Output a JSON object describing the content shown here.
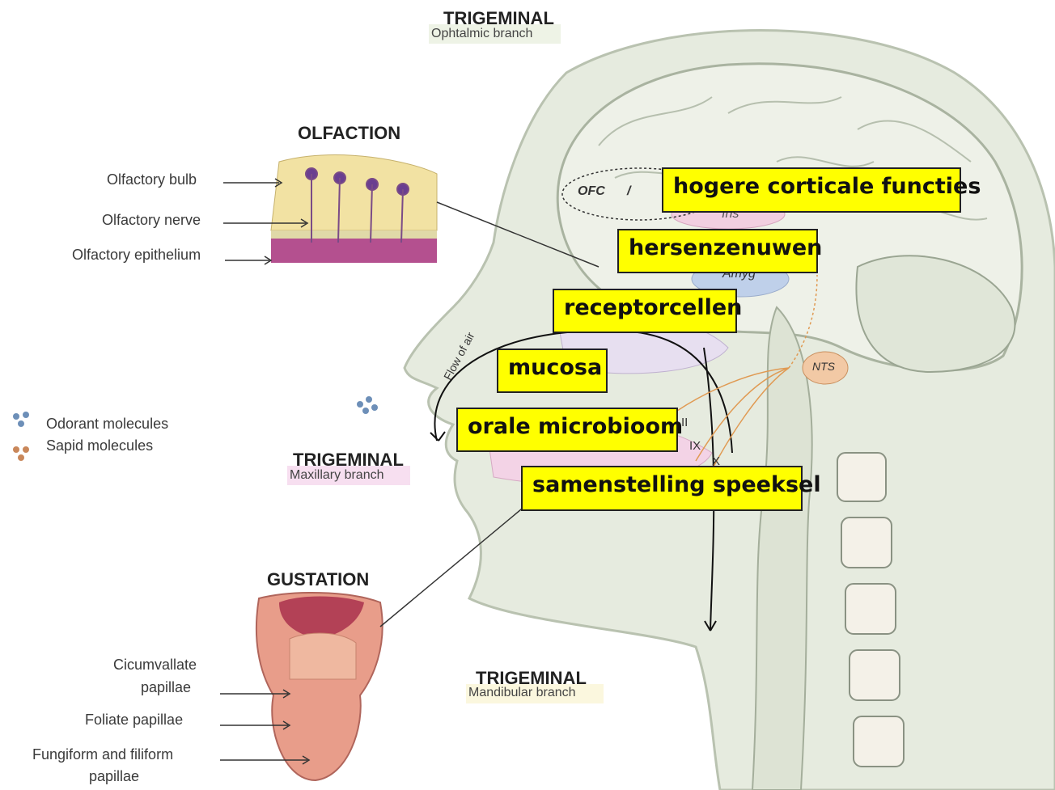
{
  "trigeminal": {
    "ophtalmic": {
      "title": "TRIGEMINAL",
      "branch": "Ophtalmic branch"
    },
    "maxillary": {
      "title": "TRIGEMINAL",
      "branch": "Maxillary branch"
    },
    "mandibular": {
      "title": "TRIGEMINAL",
      "branch": "Mandibular branch"
    }
  },
  "olfaction": {
    "title": "OLFACTION",
    "labels": [
      "Olfactory bulb",
      "Olfactory nerve",
      "Olfactory epithelium"
    ]
  },
  "gustation": {
    "title": "GUSTATION",
    "labels": {
      "circumvallate_1": "Cicumvallate",
      "circumvallate_2": "papillae",
      "foliate": "Foliate papillae",
      "fungiform_1": "Fungiform and filiform",
      "fungiform_2": "papillae"
    }
  },
  "legend": {
    "odorant": "Odorant molecules",
    "sapid": "Sapid molecules",
    "odorant_color": "#6d8fb8",
    "sapid_color": "#c9875a"
  },
  "brain_labels": {
    "ofc": "OFC",
    "slash": "/",
    "ins": "Ins",
    "amyg": "Amyg",
    "nts": "NTS",
    "flow_of_air": "Flow of air",
    "nerve_vii": "II",
    "nerve_ix": "IX",
    "nerve_x": "X"
  },
  "highlights": [
    {
      "text": "hogere corticale functies"
    },
    {
      "text": "hersenzenuwen"
    },
    {
      "text": "receptorcellen"
    },
    {
      "text": "mucosa"
    },
    {
      "text": "orale microbioom"
    },
    {
      "text": "samenstelling speeksel"
    }
  ],
  "colors": {
    "highlight_bg": "#ffff00",
    "head_fill": "#e6ebdf",
    "head_stroke": "#b9c2b0",
    "ophtalmic_bg": "#eef3e6",
    "maxillary_bg": "#f7dff0",
    "mandibular_bg": "#fbf7de"
  }
}
